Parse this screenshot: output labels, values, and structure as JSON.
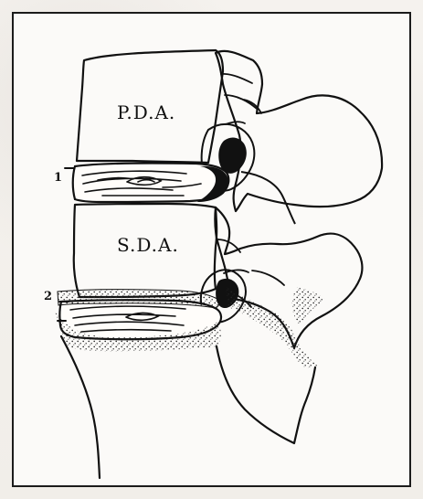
{
  "diagram": {
    "upper_label": "P.D.A.",
    "lower_label": "S.D.A.",
    "marker_1": "1",
    "marker_2": "2"
  }
}
